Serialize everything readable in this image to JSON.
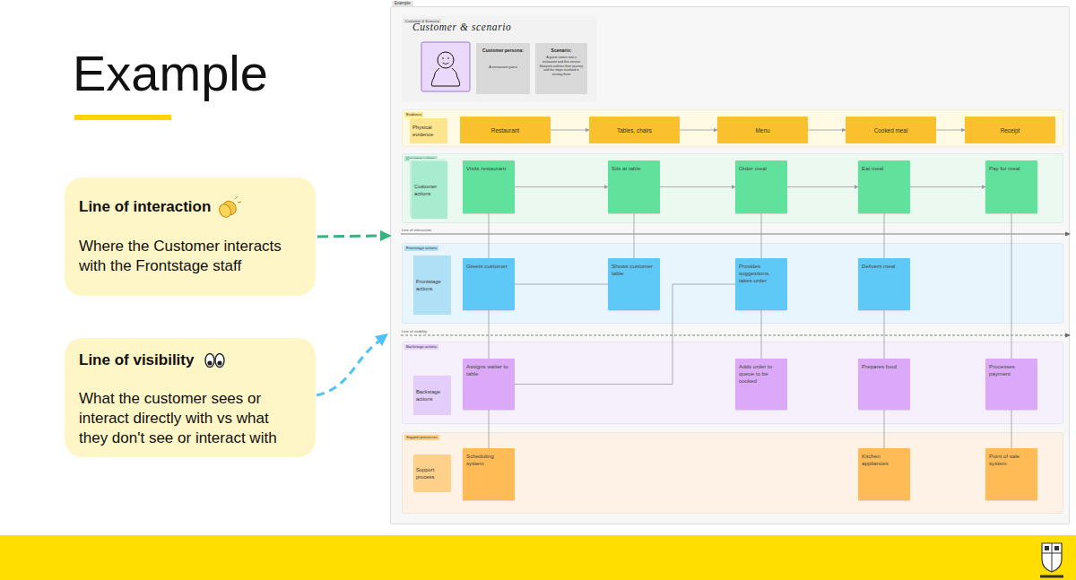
{
  "diagram": {
    "title": "Example",
    "nodes": [
      {
        "text": [
          "Example"
        ]
      },
      {
        "text": [
          "Customer & Scenario",
          "Customer & scenario"
        ],
        "in": 0
      },
      {
        "text": [
          "Customer persona:",
          "A restaurant guest"
        ],
        "in": 1
      },
      {
        "text": [
          "Scenario:",
          "A guest comes into a restaurant and this service blueprint outlines their journey and the steps involved in serving them"
        ],
        "in": 1
      },
      {
        "text": [
          "Evidence"
        ],
        "in": 0
      },
      {
        "text": [
          "Physical evidence"
        ],
        "in": 4
      },
      {
        "text": [
          "Restaurant"
        ],
        "in": 4
      },
      {
        "text": [
          "Tables, chairs"
        ],
        "in": 4
      },
      {
        "text": [
          "Menu"
        ],
        "in": 4
      },
      {
        "text": [
          "Cooked meal"
        ],
        "in": 4
      },
      {
        "text": [
          "Receipt"
        ],
        "in": 4
      },
      {
        "text": [
          "Customer actions"
        ],
        "in": 0
      },
      {
        "text": [
          "Customer actions"
        ],
        "in": 11
      },
      {
        "text": [
          "Visits restaurant"
        ],
        "in": 11
      },
      {
        "text": [
          "Sits at table"
        ],
        "in": 11
      },
      {
        "text": [
          "Order meal"
        ],
        "in": 11
      },
      {
        "text": [
          "Eat meal"
        ],
        "in": 11
      },
      {
        "text": [
          "Pay for meal"
        ],
        "in": 11
      },
      {
        "text": [
          "Frontstage actions"
        ],
        "in": 0
      },
      {
        "text": [
          "Frontstage actions"
        ],
        "in": 18
      },
      {
        "text": [
          "Greets customer"
        ],
        "in": 18
      },
      {
        "text": [
          "Shows customer table"
        ],
        "in": 18
      },
      {
        "text": [
          "Provides suggestions, takes order"
        ],
        "in": 18
      },
      {
        "text": [
          "Delivers meal"
        ],
        "in": 18
      },
      {
        "text": [
          "Backstage actions"
        ],
        "in": 0
      },
      {
        "text": [
          "Backstage actions"
        ],
        "in": 24
      },
      {
        "text": [
          "Assigns waiter to table"
        ],
        "in": 24
      },
      {
        "text": [
          "Adds order to queue to be cooked"
        ],
        "in": 24
      },
      {
        "text": [
          "Prepares food"
        ],
        "in": 24
      },
      {
        "text": [
          "Processes payment"
        ],
        "in": 24
      },
      {
        "text": [
          "Support processes"
        ],
        "in": 0
      },
      {
        "text": [
          "Support process"
        ],
        "in": 30
      },
      {
        "text": [
          "Scheduling system"
        ],
        "in": 30
      },
      {
        "text": [
          "Kitchen appliances"
        ],
        "in": 30
      },
      {
        "text": [
          "Point of sale system"
        ],
        "in": 30
      },
      {
        "text": [
          "Line of interaction",
          "Where the Customer interacts with the Frontstage staff"
        ]
      },
      {
        "text": [
          "Line of visibility",
          "What the customer sees or interact directly with vs what they don't see or interact with"
        ]
      }
    ],
    "edges": [
      {
        "from": 6,
        "to": 7,
        "arrow": "to"
      },
      {
        "from": 7,
        "to": 8,
        "arrow": "to"
      },
      {
        "from": 8,
        "to": 9,
        "arrow": "to"
      },
      {
        "from": 9,
        "to": 10,
        "arrow": "to"
      },
      {
        "from": 13,
        "to": 14,
        "arrow": "to"
      },
      {
        "from": 14,
        "to": 15,
        "arrow": "to"
      },
      {
        "from": 15,
        "to": 16,
        "arrow": "to"
      },
      {
        "from": 16,
        "to": 17,
        "arrow": "to"
      },
      {
        "from": 13,
        "to": 20,
        "arrow": "none"
      },
      {
        "from": 14,
        "to": 21,
        "arrow": "none"
      },
      {
        "from": 15,
        "to": 22,
        "arrow": "none"
      },
      {
        "from": 16,
        "to": 23,
        "arrow": "none"
      },
      {
        "from": 17,
        "to": 29,
        "arrow": "none"
      },
      {
        "from": 20,
        "to": 21,
        "arrow": "none"
      },
      {
        "from": 20,
        "to": 26,
        "arrow": "none"
      },
      {
        "from": 22,
        "to": 27,
        "arrow": "none"
      },
      {
        "from": 23,
        "to": 28,
        "arrow": "none"
      },
      {
        "from": 26,
        "to": 22,
        "arrow": "none"
      },
      {
        "from": 26,
        "to": 32,
        "arrow": "none"
      },
      {
        "from": 28,
        "to": 33,
        "arrow": "none"
      },
      {
        "from": 29,
        "to": 34,
        "arrow": "none"
      }
    ],
    "labels": [
      "Line of interaction",
      "Line of visibility"
    ]
  }
}
